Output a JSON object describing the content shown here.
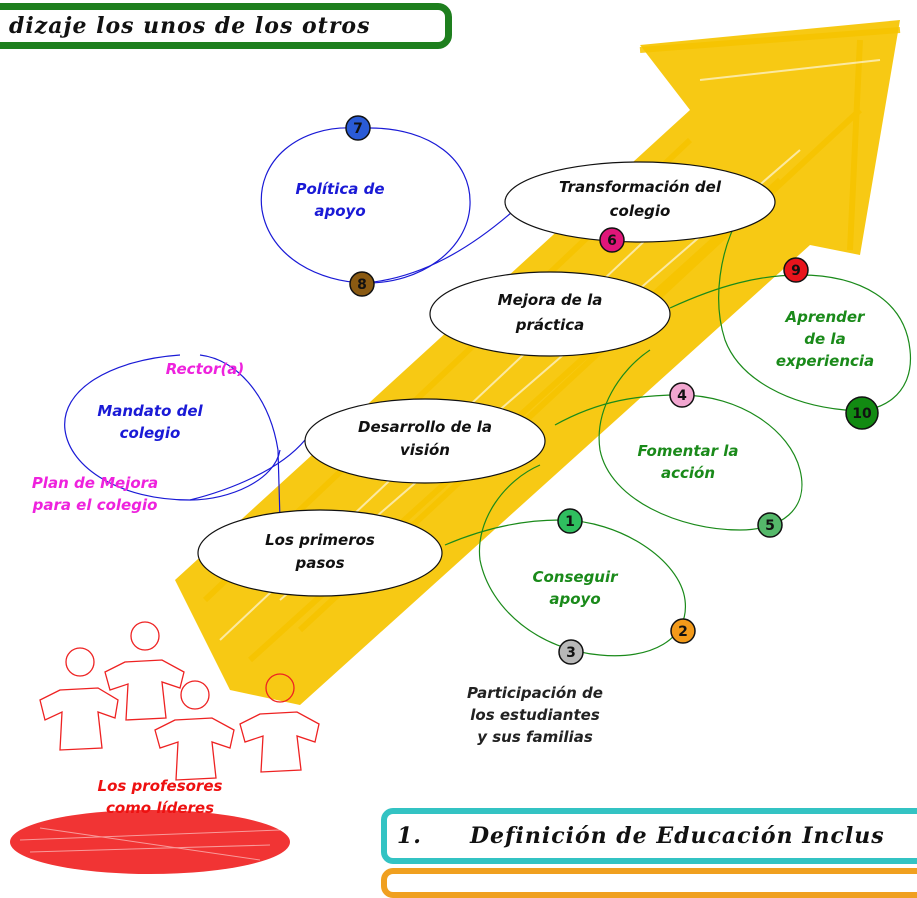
{
  "banner": {
    "title": "dizaje los unos de los otros"
  },
  "stages": {
    "s1": [
      "Los primeros",
      "pasos"
    ],
    "s2": [
      "Desarrollo de la",
      "visión"
    ],
    "s3": [
      "Mejora de la",
      "práctica"
    ],
    "s4": [
      "Transformación del",
      "colegio"
    ]
  },
  "cycles": {
    "politica": [
      "Política de",
      "apoyo"
    ],
    "mandato": [
      "Mandato del",
      "colegio"
    ],
    "conseguir": [
      "Conseguir",
      "apoyo"
    ],
    "fomentar": [
      "Fomentar la",
      "acción"
    ],
    "aprender": [
      "Aprender",
      "de la",
      "experiencia"
    ]
  },
  "labels": {
    "rector": "Rector(a)",
    "plan": [
      "Plan de Mejora",
      "para el colegio"
    ],
    "participacion": [
      "Participación de",
      "los estudiantes",
      "y sus familias"
    ],
    "profesores": [
      "Los profesores",
      "como líderes"
    ]
  },
  "badges": [
    {
      "n": "1",
      "color": "#2fbf5f"
    },
    {
      "n": "2",
      "color": "#f29a1a"
    },
    {
      "n": "3",
      "color": "#b8b8b8"
    },
    {
      "n": "4",
      "color": "#f2a6d0"
    },
    {
      "n": "5",
      "color": "#55b86a"
    },
    {
      "n": "6",
      "color": "#e0167a"
    },
    {
      "n": "7",
      "color": "#2a5bd6"
    },
    {
      "n": "8",
      "color": "#8a5a12"
    },
    {
      "n": "9",
      "color": "#e8141c"
    },
    {
      "n": "10",
      "color": "#128a12"
    }
  ],
  "sections": {
    "s1_num": "1.",
    "s1_title": "Definición de Educación Inclus"
  },
  "colors": {
    "arrow": "#f6c400",
    "blue": "#1a1ad6",
    "green": "#1a8a1a",
    "magenta": "#ee22dd",
    "red": "#ee1111"
  }
}
